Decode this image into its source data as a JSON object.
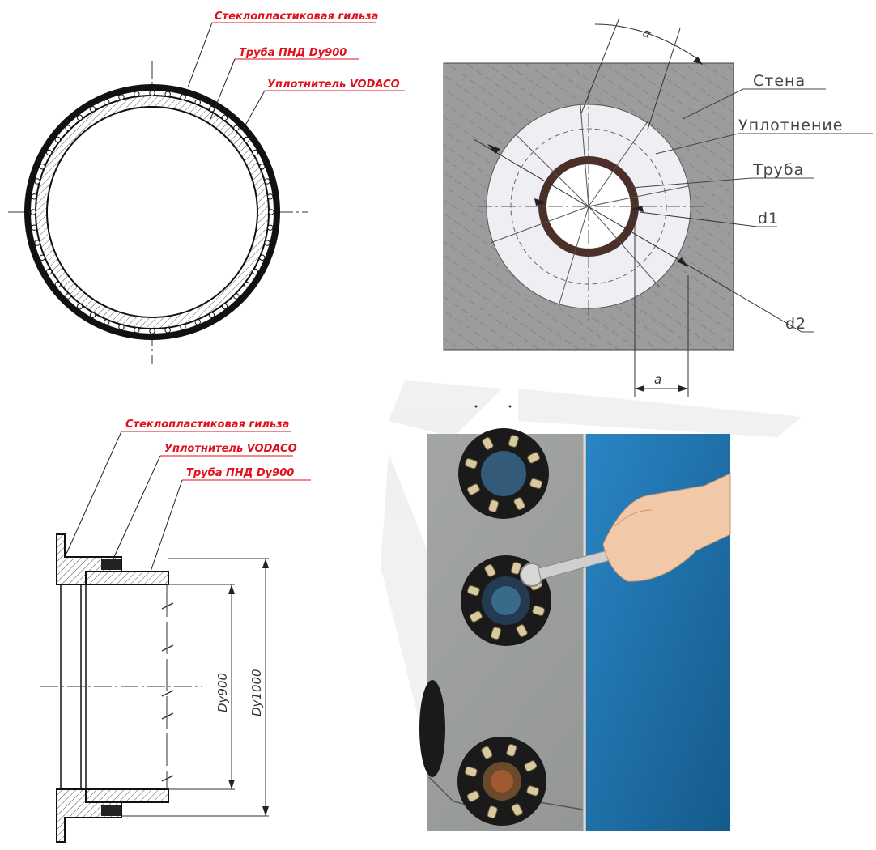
{
  "top_left": {
    "labels": [
      "Стеклопластиковая гильза",
      "Труба ПНД Dy900",
      "Уплотнитель VODACO"
    ]
  },
  "top_right": {
    "labels": [
      "Стена",
      "Уплотнение",
      "Труба",
      "d1",
      "d2"
    ],
    "dim_a": "a",
    "angle": "α"
  },
  "bottom_left": {
    "labels": [
      "Стеклопластиковая гильза",
      "Уплотнитель VODACO",
      "Труба ПНД Dy900"
    ],
    "dim_inner": "Dy900",
    "dim_outer": "Dy1000"
  },
  "photo": {
    "description_colors": {
      "wall": "#9a9c9a",
      "panel": "#1f6fa8"
    }
  }
}
